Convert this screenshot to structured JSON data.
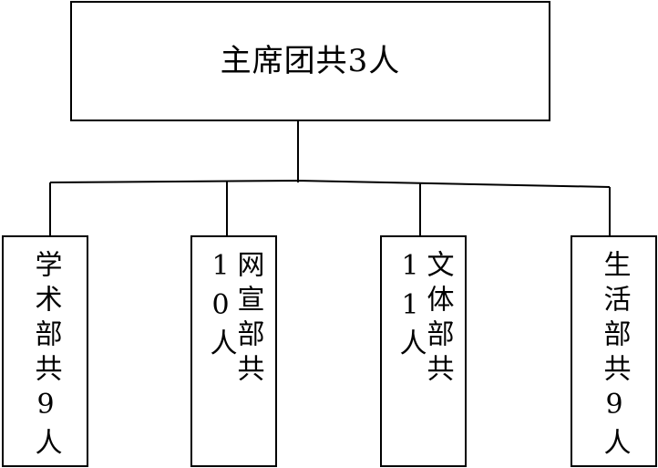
{
  "chart_data": {
    "type": "org-chart",
    "root": {
      "label": "主席团共3人"
    },
    "children": [
      {
        "label": "学术部共9人"
      },
      {
        "label": "网宣部共10人"
      },
      {
        "label": "文体部共11人"
      },
      {
        "label": "生活部共9人"
      }
    ]
  },
  "style": {
    "line_color": "#000000",
    "background": "#ffffff"
  }
}
